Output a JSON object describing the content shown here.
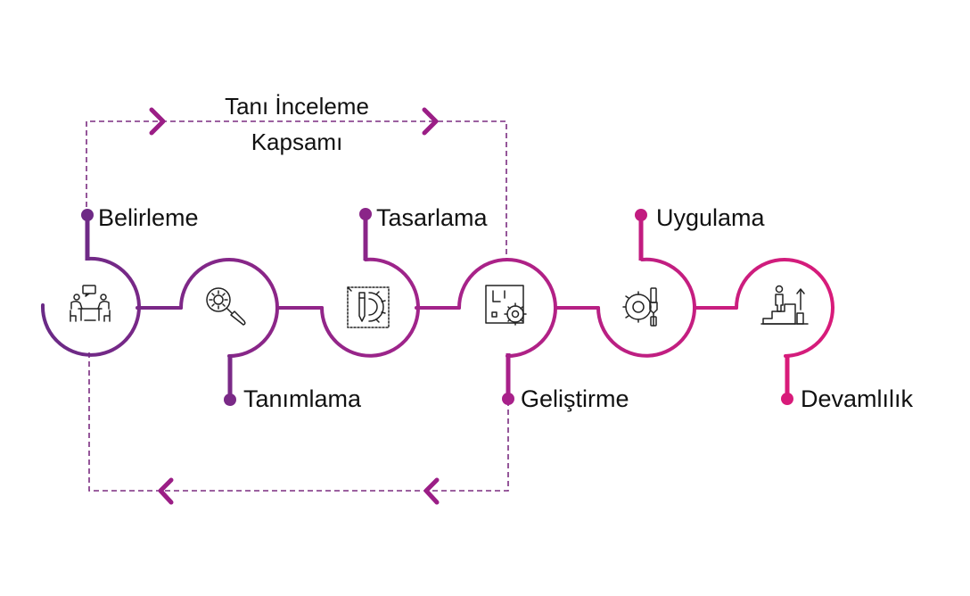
{
  "scope": {
    "line1": "Tanı İnceleme",
    "line2": "Kapsamı"
  },
  "steps": [
    {
      "label": "Belirleme",
      "icon": "team-meeting-icon"
    },
    {
      "label": "Tanımlama",
      "icon": "gear-magnifier-icon"
    },
    {
      "label": "Tasarlama",
      "icon": "design-pencil-gear-icon"
    },
    {
      "label": "Geliştirme",
      "icon": "blueprint-gear-icon"
    },
    {
      "label": "Uygulama",
      "icon": "gear-tools-icon"
    },
    {
      "label": "Devamlılık",
      "icon": "person-steps-growth-icon"
    }
  ],
  "colors": {
    "gradient_start": "#6a2a86",
    "gradient_end": "#d81b7a",
    "dashed_box": "#7b2d80",
    "icon": "#222222"
  }
}
